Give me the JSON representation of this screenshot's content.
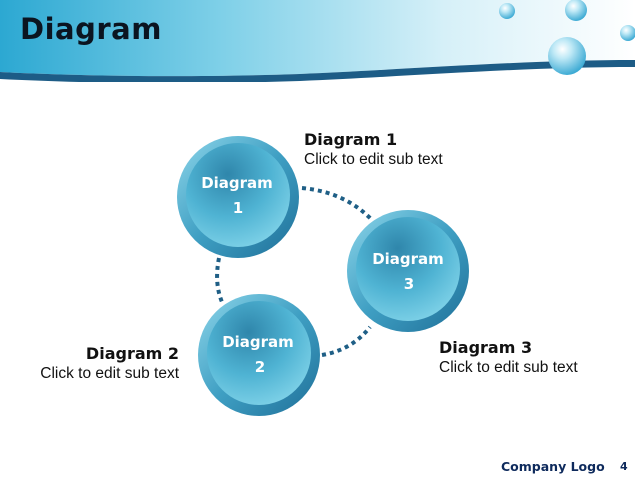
{
  "title": "Diagram",
  "nodes": [
    {
      "label": "Diagram",
      "number": "1"
    },
    {
      "label": "Diagram",
      "number": "2"
    },
    {
      "label": "Diagram",
      "number": "3"
    }
  ],
  "callouts": [
    {
      "heading": "Diagram 1",
      "subtext": "Click to edit sub text"
    },
    {
      "heading": "Diagram 2",
      "subtext": "Click to edit sub text"
    },
    {
      "heading": "Diagram 3",
      "subtext": "Click to edit sub text"
    }
  ],
  "footer": {
    "logo": "Company Logo",
    "page": "4"
  },
  "colors": {
    "accent": "#2f8db0",
    "accent_light": "#6cc3dc",
    "connector": "#1f5f86",
    "header_band": "#1d5c86"
  }
}
